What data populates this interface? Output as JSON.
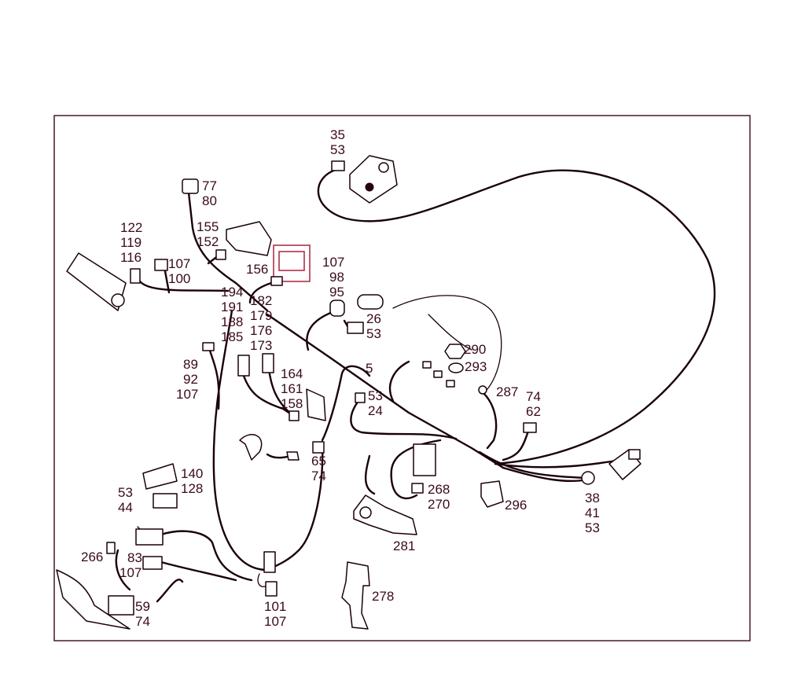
{
  "diagram": {
    "labels": {
      "c35": [
        "35",
        "53"
      ],
      "c77": [
        "77",
        "80"
      ],
      "c155": [
        "155",
        "152"
      ],
      "c122": [
        "122",
        "119",
        "116"
      ],
      "c107a": [
        "107",
        "100"
      ],
      "c156": [
        "156"
      ],
      "c107b": [
        "107",
        "98",
        "95"
      ],
      "c194": [
        "194",
        "191",
        "188",
        "185"
      ],
      "c182": [
        "182",
        "179",
        "176",
        "173"
      ],
      "c26": [
        "26",
        "53"
      ],
      "c290": [
        "290"
      ],
      "c293": [
        "293"
      ],
      "c89": [
        "89",
        "92",
        "107"
      ],
      "c164": [
        "164",
        "161",
        "158"
      ],
      "c5": [
        "5"
      ],
      "c53b": [
        "53",
        "24"
      ],
      "c287": [
        "287"
      ],
      "c74": [
        "74",
        "62"
      ],
      "c65": [
        "65",
        "74"
      ],
      "c140": [
        "140",
        "128"
      ],
      "c268": [
        "268",
        "270"
      ],
      "c296": [
        "296"
      ],
      "c38": [
        "38",
        "41",
        "53"
      ],
      "c53c": [
        "53",
        "44"
      ],
      "c281": [
        "281"
      ],
      "c266": [
        "266"
      ],
      "c83": [
        "83",
        "107"
      ],
      "c59": [
        "59",
        "74"
      ],
      "c101": [
        "101",
        "107"
      ],
      "c278": [
        "278"
      ]
    }
  }
}
